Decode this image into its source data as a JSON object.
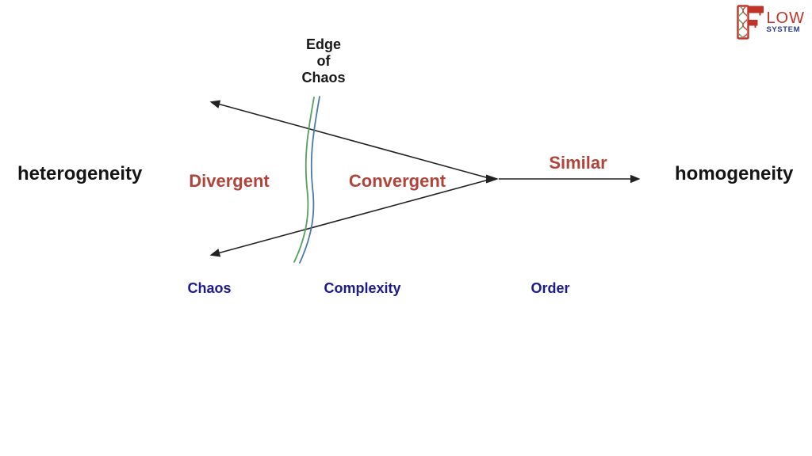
{
  "logo": {
    "word_initial": "F",
    "word_rest": "LOW",
    "subtitle": "SYSTEM"
  },
  "diagram": {
    "edge_label_lines": [
      "Edge",
      "of",
      "Chaos"
    ],
    "left_end_label": "heterogeneity",
    "right_end_label": "homogeneity",
    "divergent_label": "Divergent",
    "convergent_label": "Convergent",
    "similar_label": "Similar",
    "regimes": [
      {
        "label": "Chaos"
      },
      {
        "label": "Complexity"
      },
      {
        "label": "Order"
      }
    ]
  },
  "colors": {
    "accent_red_text": "#B0443A",
    "regime_navy": "#1B1B8C",
    "wave_green": "#55A05E",
    "wave_blue": "#4A7AAB",
    "arrow_black": "#222222",
    "logo_red": "#C03328",
    "logo_blue": "#2B3990"
  }
}
